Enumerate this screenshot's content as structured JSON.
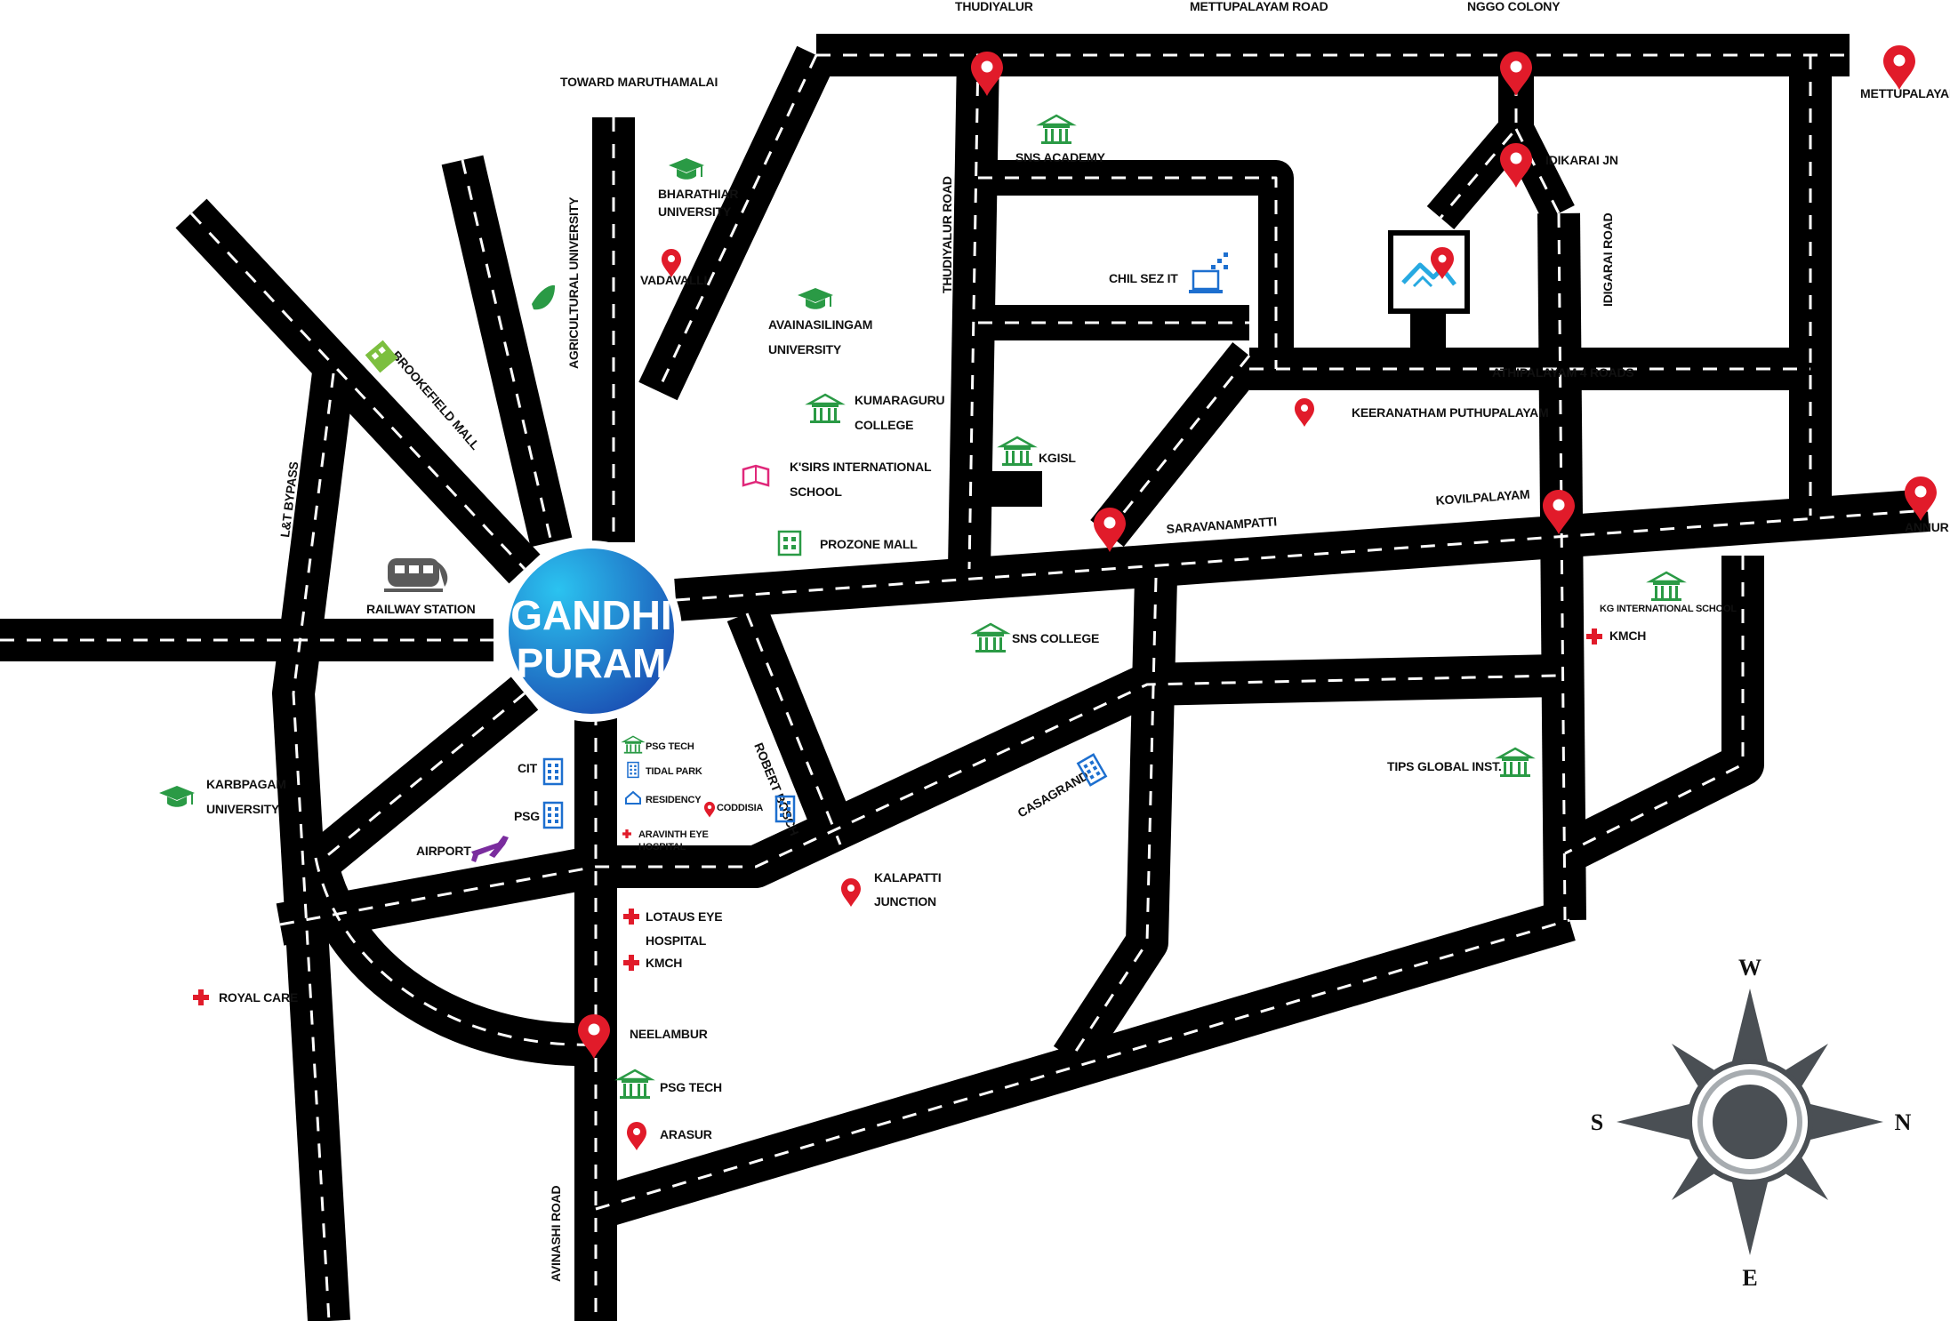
{
  "hub": {
    "line1": "GANDHI",
    "line2": "PURAM"
  },
  "roads": {
    "mettupalayam_road": "METTUPALAYAM ROAD",
    "thudiyalur_road": "THUDIYALUR ROAD",
    "idigarai_road": "IDIGARAI ROAD",
    "athipalayam": "ATHIPALAYAM 4 ROADS",
    "agricultural_university": "AGRICULTURAL UNIVERSITY",
    "toward_maruthamalai": "TOWARD MARUTHAMALAI",
    "brookefield_mall": "BROOKEFIELD MALL",
    "lt_bypass": "L&T BYPASS",
    "robert_bosch": "ROBERT BOSCH",
    "casagrand": "CASAGRAND",
    "avinashi_road": "AVINASHI ROAD"
  },
  "places": {
    "thudiyalur": "THUDIYALUR",
    "nggo_colony": "NGGO COLONY",
    "mettupalayam": "METTUPALAYAM",
    "idikarai_jn": "IDIKARAI JN",
    "sns_academy": "SNS ACADEMY",
    "bharathiar_1": "BHARATHIAR",
    "bharathiar_2": "UNIVERSITY",
    "vadavalli": "VADAVALLI",
    "chil_sez": "CHIL SEZ IT",
    "avainasilingam_1": "AVAINASILINGAM",
    "avainasilingam_2": "UNIVERSITY",
    "kumaraguru_1": "KUMARAGURU",
    "kumaraguru_2": "COLLEGE",
    "keeranatham": "KEERANATHAM PUTHUPALAYAM",
    "ksirs_1": "K'SIRS INTERNATIONAL",
    "ksirs_2": "SCHOOL",
    "kgisl": "KGISL",
    "saravanampatti": "SARAVANAMPATTI",
    "kovilpalayam": "KOVILPALAYAM",
    "annur": "ANNUR",
    "prozone_mall": "PROZONE MALL",
    "railway_station": "RAILWAY STATION",
    "sns_college": "SNS COLLEGE",
    "kg_international": "KG INTERNATIONAL SCHOOL",
    "kmch_east": "KMCH",
    "tips_global": "TIPS GLOBAL INST.",
    "karpagam_1": "KARBPAGAM",
    "karpagam_2": "UNIVERSITY",
    "cit": "CIT",
    "psg": "PSG",
    "psg_tech_top": "PSG TECH",
    "tidal_park": "TIDAL PARK",
    "residency": "RESIDENCY",
    "codissia": "CODDISIA",
    "aravinth_1": "ARAVINTH EYE",
    "aravinth_2": "HOSPITAL",
    "airport": "AIRPORT",
    "kalapatti_1": "KALAPATTI",
    "kalapatti_2": "JUNCTION",
    "lotaus_1": "LOTAUS EYE",
    "lotaus_2": "HOSPITAL",
    "kmch_south": "KMCH",
    "royal_care": "ROYAL CARE",
    "neelambur": "NEELAMBUR",
    "psg_tech_bottom": "PSG TECH",
    "arasur": "ARASUR"
  },
  "compass": {
    "west": "W",
    "east": "E",
    "south": "S",
    "north": "N"
  },
  "colors": {
    "pin": "#e11b2a",
    "education": "#2a9a45",
    "it_blue": "#1d6fcf",
    "school_pink": "#e0287a",
    "hospital": "#e11b2a",
    "airport": "#7a2c9e",
    "hub_light": "#27b6ea",
    "hub_dark": "#1b56b8"
  }
}
